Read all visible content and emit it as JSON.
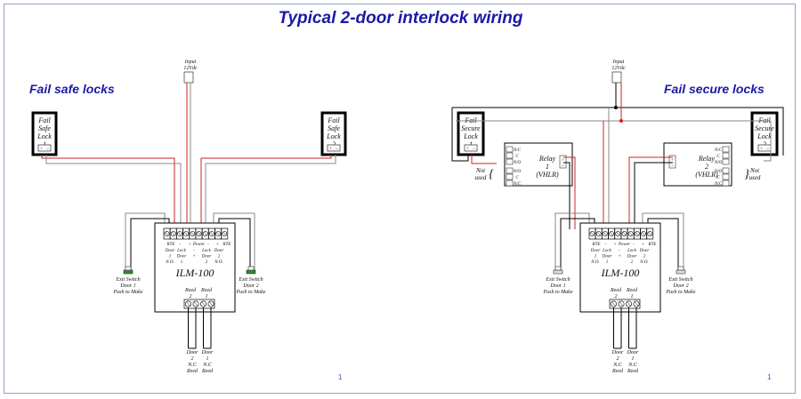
{
  "title": "Typical 2-door interlock wiring",
  "left": {
    "heading": "Fail safe locks",
    "lock1": [
      "Fail",
      "Safe",
      "Lock",
      "1"
    ],
    "lock2": [
      "Fail",
      "Safe",
      "Lock",
      "2"
    ]
  },
  "right": {
    "heading": "Fail secure locks",
    "lock1": [
      "Fail",
      "Secure",
      "Lock",
      "1"
    ],
    "lock2": [
      "Fail",
      "Secure",
      "Lock",
      "2"
    ],
    "relay1": [
      "Relay",
      "1",
      "(VHLR)"
    ],
    "relay2": [
      "Relay",
      "2",
      "(VHLR)"
    ],
    "relay_terms": [
      "N/C",
      "C",
      "N/O",
      "N/O",
      "C",
      "N/C"
    ],
    "not_used": [
      "Not",
      "used"
    ]
  },
  "input": [
    "Input",
    "12Vdc"
  ],
  "module": {
    "name": "ILM-100",
    "term_labels": [
      "RTE",
      "-",
      "+",
      "Power",
      "-",
      "+",
      "RTE"
    ],
    "term_sub": [
      [
        "Door",
        "1",
        "N.O."
      ],
      [
        "Lock",
        "Door",
        "1"
      ],
      [
        "-",
        "+"
      ],
      [
        "Lock",
        "Door",
        "2"
      ],
      [
        "Door",
        "2",
        "N.O."
      ]
    ],
    "reed_labels": [
      [
        "Reed",
        "2"
      ],
      [
        "Reed",
        "1"
      ]
    ],
    "reed_wires": [
      [
        "Door",
        "2",
        "N.C",
        "Reed"
      ],
      [
        "Door",
        "1",
        "N.C",
        "Reed"
      ]
    ]
  },
  "exit1": [
    "Exit Switch",
    "Door 1",
    "Push to Make"
  ],
  "exit2": [
    "Exit Switch",
    "Door 2",
    "Push to Make"
  ],
  "page_mark": "1",
  "colors": {
    "red": "#d02020",
    "black": "#202020",
    "gray": "#888888",
    "green": "#2e8b2e",
    "blue": "#1a1aa6"
  }
}
